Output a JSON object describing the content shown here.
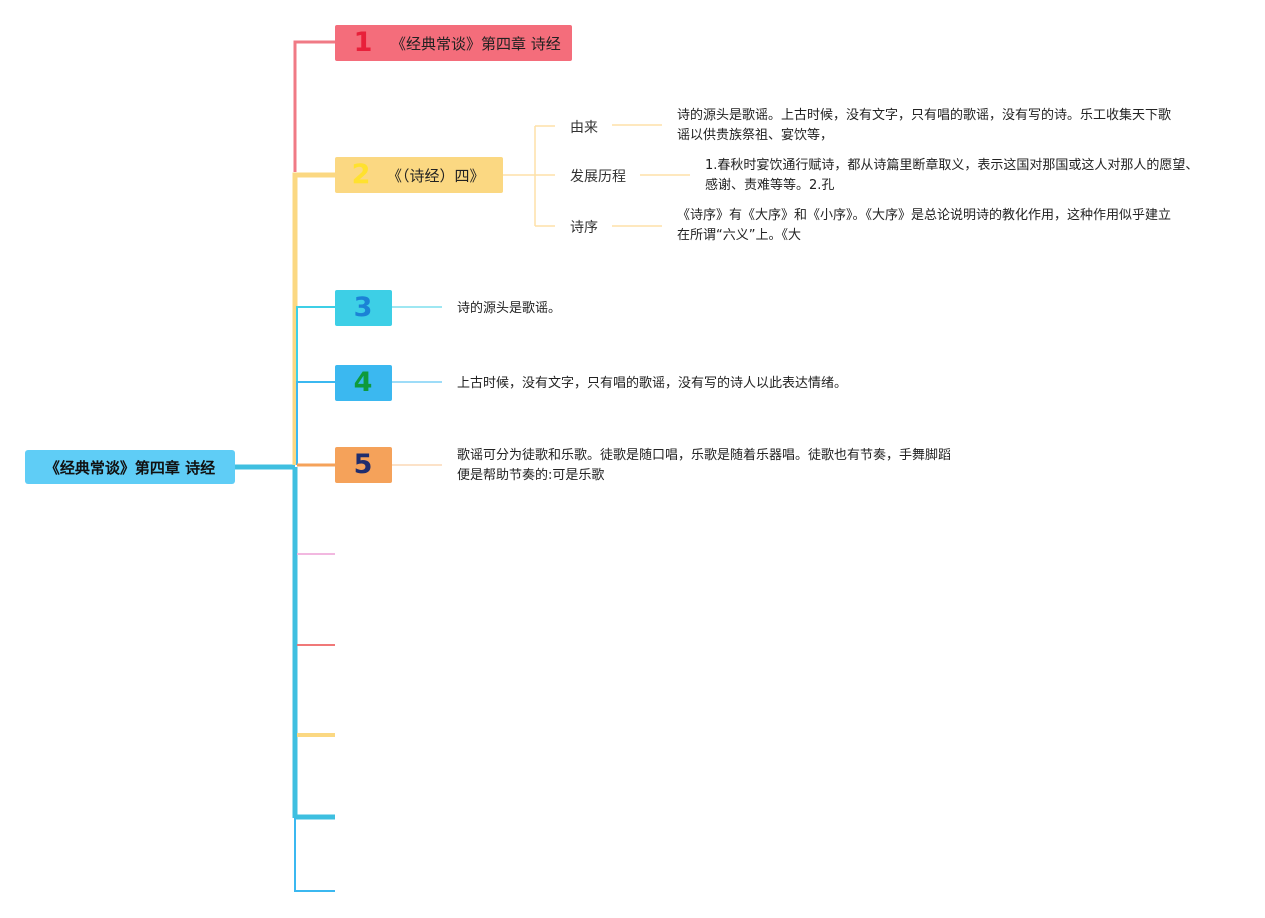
{
  "root": {
    "label": "《经典常谈》第四章 诗经",
    "color": "#5fcdf6"
  },
  "branches": [
    {
      "number": "1",
      "label": "《经典常谈》第四章 诗经",
      "color": "#f46d7b",
      "num_color": "#e8203a"
    },
    {
      "number": "2",
      "label": "《（诗经）四》",
      "color": "#fbd882",
      "num_color": "#ffe12e",
      "children": [
        {
          "label": "由来",
          "text": "诗的源头是歌谣。上古时候，没有文字，只有唱的歌谣，没有写的诗。乐工收集天下歌谣以供贵族祭祖、宴饮等，"
        },
        {
          "label": "发展历程",
          "text": "1.春秋时宴饮通行赋诗，都从诗篇里断章取义，表示这国对那国或这人对那人的愿望、感谢、责难等等。2.孔"
        },
        {
          "label": "诗序",
          "text": "《诗序》有《大序》和《小序》。《大序》是总论说明诗的教化作用，这种作用似乎建立在所谓“六义”上。《大"
        }
      ]
    },
    {
      "number": "3",
      "label": "",
      "color": "#3dcfe6",
      "num_color": "#1b82d6",
      "text": "诗的源头是歌谣。"
    },
    {
      "number": "4",
      "label": "",
      "color": "#3bb8f0",
      "num_color": "#0e9a3c",
      "text": "上古时候，没有文字，只有唱的歌谣，没有写的诗人以此表达情绪。"
    },
    {
      "number": "5",
      "label": "",
      "color": "#f5a25a",
      "num_color": "#1f2d6e",
      "text": "歌谣可分为徒歌和乐歌。徒歌是随口唱，乐歌是随着乐器唱。徒歌也有节奏，手舞脚蹈便是帮助节奏的:可是乐歌"
    }
  ],
  "empty_branch_colors": [
    "#f2b8e0",
    "#f07878",
    "#fbd882",
    "#3dbfe0",
    "#3bb8f0"
  ]
}
